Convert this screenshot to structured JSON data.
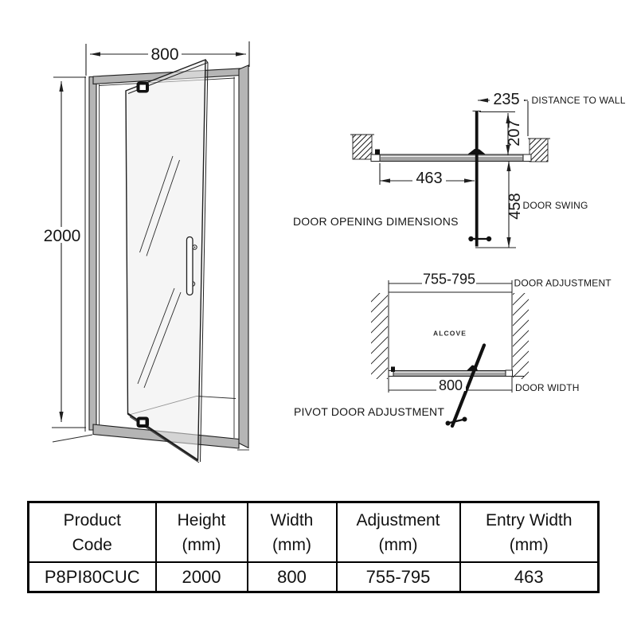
{
  "colors": {
    "line": "#1f1f1f",
    "frame_gray": "#b5b5b5",
    "bar_gray": "#a3a3a3",
    "glass": "#ededed"
  },
  "elevation": {
    "width_value": "800",
    "height_value": "2000"
  },
  "door_opening": {
    "title": "DOOR OPENING DIMENSIONS",
    "distance_value": "235",
    "distance_label": "DISTANCE TO WALL",
    "depth_value": "207",
    "entry_value": "463",
    "swing_value": "458",
    "swing_label": "DOOR SWING"
  },
  "pivot_adjustment": {
    "title": "PIVOT DOOR ADJUSTMENT",
    "adjustment_value": "755-795",
    "adjustment_label": "DOOR ADJUSTMENT",
    "alcove_label": "ALCOVE",
    "width_value": "800",
    "width_label": "DOOR WIDTH"
  },
  "table": {
    "headers": [
      {
        "line1": "Product",
        "line2": "Code"
      },
      {
        "line1": "Height",
        "line2": "(mm)"
      },
      {
        "line1": "Width",
        "line2": "(mm)"
      },
      {
        "line1": "Adjustment",
        "line2": "(mm)"
      },
      {
        "line1": "Entry Width",
        "line2": "(mm)"
      }
    ],
    "row": [
      "P8PI80CUC",
      "2000",
      "800",
      "755-795",
      "463"
    ]
  }
}
